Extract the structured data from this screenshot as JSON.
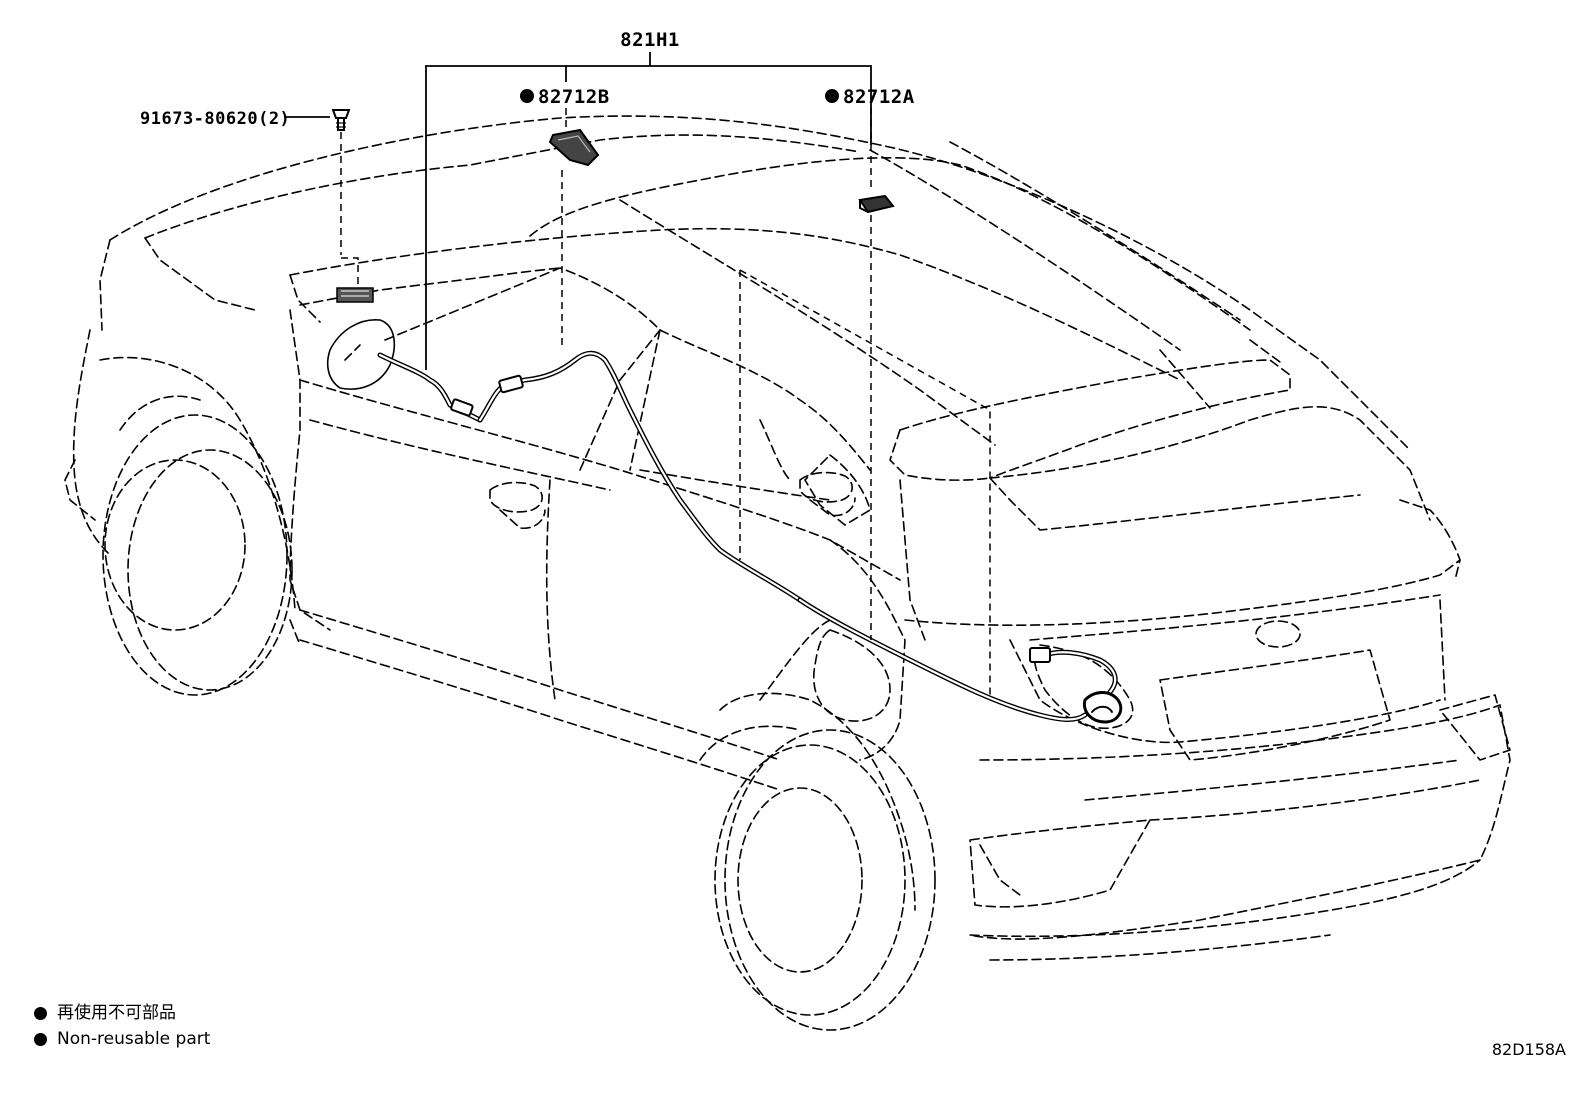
{
  "callouts": {
    "assembly": "821H1",
    "part_b": "82712B",
    "part_a": "82712A",
    "clip": "91673-80620(2)"
  },
  "legend": {
    "jp": "再使用不可部品",
    "en": "Non-reusable part"
  },
  "reference_code": "82D158A",
  "icons": {
    "non_reusable_marker": "filled-circle-icon",
    "connector": "connector-icon",
    "clip": "clip-icon"
  }
}
